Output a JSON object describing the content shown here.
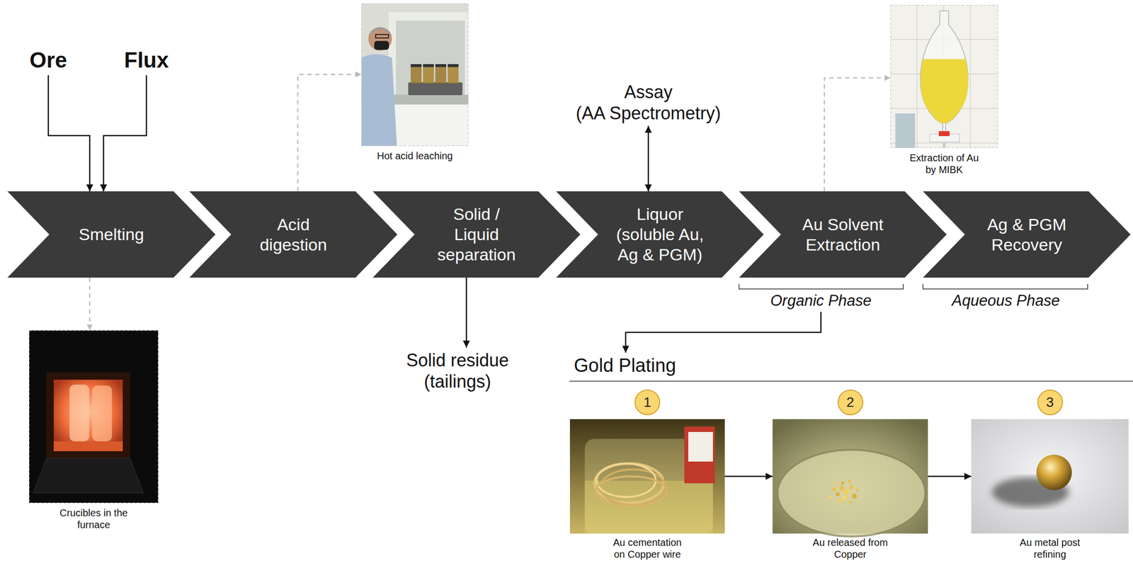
{
  "diagram": {
    "nodes": [
      {
        "text": [
          "Ore"
        ]
      },
      {
        "text": [
          "Flux"
        ]
      },
      {
        "text": [
          "Smelting"
        ]
      },
      {
        "text": [
          "Acid digestion"
        ]
      },
      {
        "text": [
          "Solid / Liquid separation"
        ]
      },
      {
        "text": [
          "Liquor (soluble Au, Ag & PGM)"
        ]
      },
      {
        "text": [
          "Au Solvent Extraction"
        ]
      },
      {
        "text": [
          "Ag & PGM Recovery"
        ]
      },
      {
        "text": [
          "Assay",
          "(AA Spectrometry)"
        ]
      },
      {
        "text": [
          "Solid residue (tailings)"
        ]
      },
      {
        "text": [
          "Organic Phase"
        ]
      },
      {
        "text": [
          "Aqueous Phase"
        ]
      },
      {
        "text": [
          "Gold Plating"
        ]
      },
      {
        "text": [
          "Hot acid leaching"
        ]
      },
      {
        "text": [
          "Extraction of Au by MIBK"
        ]
      },
      {
        "text": [
          "Crucibles in the furnace"
        ]
      },
      {
        "text": [
          "Au cementation on Copper wire"
        ]
      },
      {
        "text": [
          "1"
        ],
        "in": 16
      },
      {
        "text": [
          "Au released from Copper"
        ]
      },
      {
        "text": [
          "2"
        ],
        "in": 18
      },
      {
        "text": [
          "Au metal post refining"
        ]
      },
      {
        "text": [
          "3"
        ],
        "in": 20
      }
    ],
    "edges": [
      {
        "from": 0,
        "to": 2,
        "arrow": "to"
      },
      {
        "from": 1,
        "to": 2,
        "arrow": "to"
      },
      {
        "from": 2,
        "to": 15,
        "arrow": "to"
      },
      {
        "from": 3,
        "to": 13,
        "arrow": "to"
      },
      {
        "from": 4,
        "to": 9,
        "arrow": "to"
      },
      {
        "from": 8,
        "to": 5,
        "arrow": "both"
      },
      {
        "from": 6,
        "to": 14,
        "arrow": "to"
      },
      {
        "from": 10,
        "to": 12,
        "arrow": "to"
      },
      {
        "from": 16,
        "to": 18,
        "arrow": "to"
      },
      {
        "from": 18,
        "to": 20,
        "arrow": "to"
      }
    ]
  }
}
